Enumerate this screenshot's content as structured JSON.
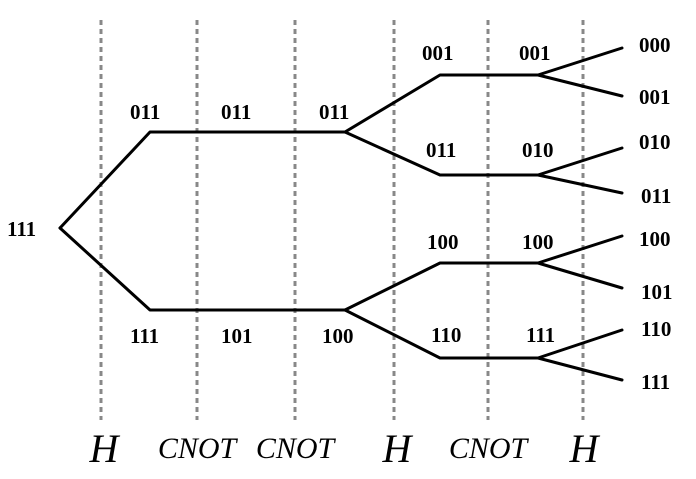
{
  "gates": [
    "H",
    "CNOT",
    "CNOT",
    "H",
    "CNOT",
    "H"
  ],
  "root": "111",
  "level1": {
    "upper": "011",
    "lower": "111"
  },
  "level2": {
    "upper": "011",
    "lower": "101"
  },
  "level3": {
    "upper": "011",
    "lower": "100"
  },
  "level4": [
    "001",
    "011",
    "100",
    "110"
  ],
  "level5": [
    "001",
    "010",
    "100",
    "111"
  ],
  "outputs": [
    "000",
    "001",
    "010",
    "011",
    "100",
    "101",
    "110",
    "111"
  ]
}
